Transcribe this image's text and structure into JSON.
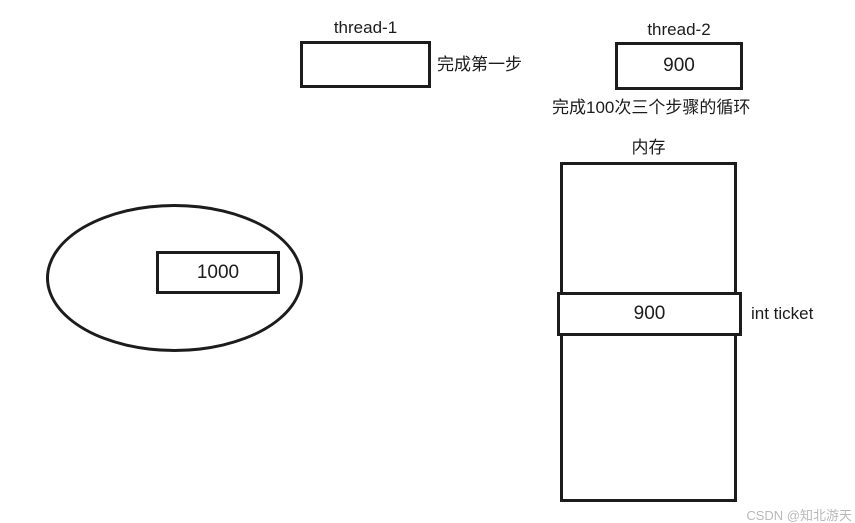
{
  "diagram": {
    "thread1": {
      "label": "thread-1",
      "box_value": "",
      "note": "完成第一步"
    },
    "thread2": {
      "label": "thread-2",
      "box_value": "900",
      "note": "完成100次三个步骤的循环"
    },
    "memory": {
      "label": "内存",
      "cell_value": "900",
      "cell_label": "int ticket"
    },
    "ellipse": {
      "box_value": "1000"
    },
    "watermark": "CSDN @知北游天"
  },
  "colors": {
    "stroke": "#1c1c1c",
    "text": "#1c1c1c",
    "watermark": "#b9b9b9",
    "background": "#ffffff"
  }
}
